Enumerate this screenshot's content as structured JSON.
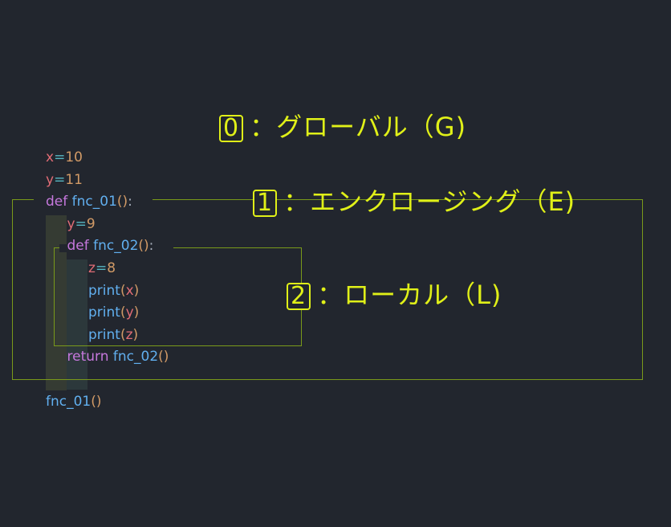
{
  "code": {
    "lines": [
      {
        "tokens": [
          {
            "t": "x",
            "c": "var"
          },
          {
            "t": "=",
            "c": "op"
          },
          {
            "t": "10",
            "c": "num"
          }
        ]
      },
      {
        "tokens": [
          {
            "t": "y",
            "c": "var"
          },
          {
            "t": "=",
            "c": "op"
          },
          {
            "t": "11",
            "c": "num"
          }
        ]
      },
      {
        "tokens": [
          {
            "t": "def ",
            "c": "kw"
          },
          {
            "t": "fnc_01",
            "c": "fn"
          },
          {
            "t": "()",
            "c": "par"
          },
          {
            "t": ":",
            "c": "pun"
          }
        ]
      },
      {
        "tokens": [
          {
            "t": "y",
            "c": "var"
          },
          {
            "t": "=",
            "c": "op"
          },
          {
            "t": "9",
            "c": "num"
          }
        ]
      },
      {
        "tokens": [
          {
            "t": "def ",
            "c": "kw"
          },
          {
            "t": "fnc_02",
            "c": "fn"
          },
          {
            "t": "()",
            "c": "par"
          },
          {
            "t": ":",
            "c": "pun"
          }
        ]
      },
      {
        "tokens": [
          {
            "t": "z",
            "c": "var"
          },
          {
            "t": "=",
            "c": "op"
          },
          {
            "t": "8",
            "c": "num"
          }
        ]
      },
      {
        "tokens": [
          {
            "t": "print",
            "c": "fn"
          },
          {
            "t": "(",
            "c": "par"
          },
          {
            "t": "x",
            "c": "var"
          },
          {
            "t": ")",
            "c": "par"
          }
        ]
      },
      {
        "tokens": [
          {
            "t": "print",
            "c": "fn"
          },
          {
            "t": "(",
            "c": "par"
          },
          {
            "t": "y",
            "c": "var"
          },
          {
            "t": ")",
            "c": "par"
          }
        ]
      },
      {
        "tokens": [
          {
            "t": "print",
            "c": "fn"
          },
          {
            "t": "(",
            "c": "par"
          },
          {
            "t": "z",
            "c": "var"
          },
          {
            "t": ")",
            "c": "par"
          }
        ]
      },
      {
        "tokens": [
          {
            "t": "return ",
            "c": "kw"
          },
          {
            "t": "fnc_02",
            "c": "fn"
          },
          {
            "t": "()",
            "c": "par"
          }
        ]
      },
      {
        "tokens": []
      },
      {
        "tokens": [
          {
            "t": "fnc_01",
            "c": "fn"
          },
          {
            "t": "()",
            "c": "par"
          }
        ]
      }
    ]
  },
  "scopes": {
    "global": {
      "badge": "0",
      "text": "：グローバル（G)"
    },
    "enclosing": {
      "badge": "1",
      "text": "：エンクロージング（E)"
    },
    "local": {
      "badge": "2",
      "text": "：ローカル（L)"
    }
  },
  "colors": {
    "background": "#22262e",
    "scope_border": "#7a9a1a",
    "label": "#e0f018",
    "var": "#e06c75",
    "op": "#56b6c2",
    "num": "#d19a66",
    "kw": "#c678dd",
    "fn": "#61afef",
    "par": "#d19a66",
    "pun": "#abb2bf"
  }
}
